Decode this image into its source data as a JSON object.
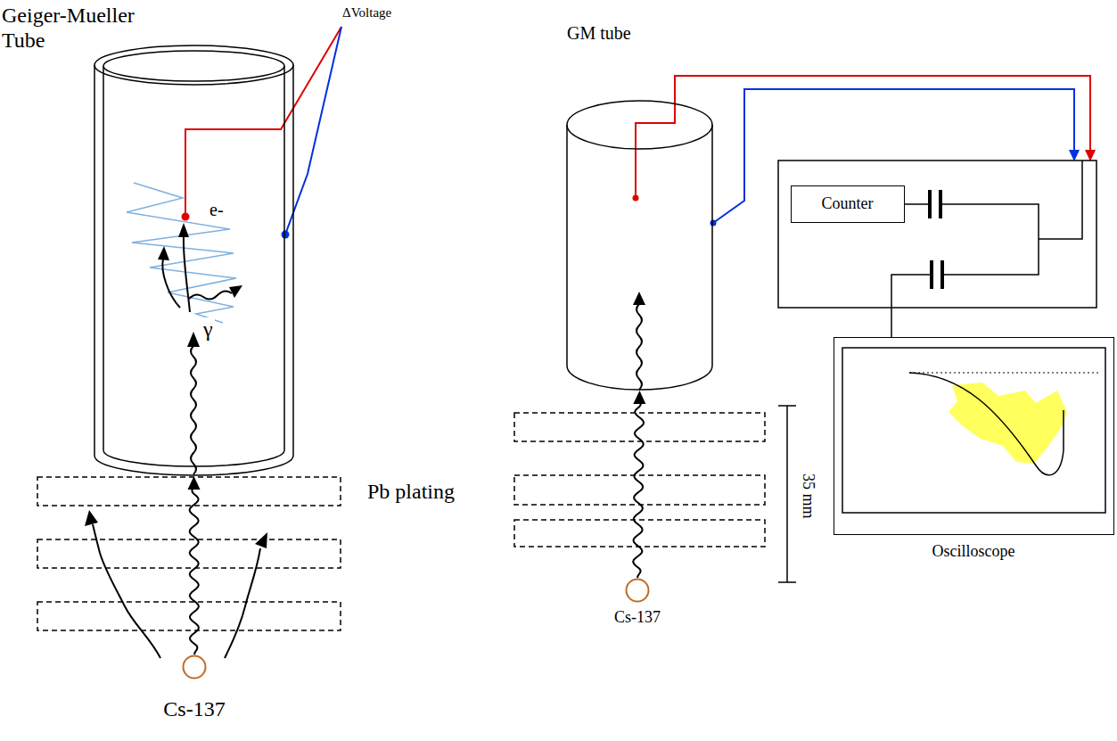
{
  "diagram": {
    "nodes": [
      {
        "text": [
          "Geiger-Mueller Tube"
        ]
      },
      {
        "text": [
          "Cs-137"
        ]
      },
      {
        "text": [
          "GM tube"
        ]
      },
      {
        "text": [
          "Counter"
        ]
      },
      {
        "text": [
          "Oscilloscope"
        ]
      },
      {
        "text": [
          "Cs-137"
        ]
      }
    ],
    "edges": [
      {
        "from": 1,
        "to": 0,
        "arrow": "to"
      },
      {
        "from": 5,
        "to": 2,
        "arrow": "to"
      }
    ],
    "labels": [
      "ΔVoltage",
      "e-",
      "γ",
      "Pb plating",
      "35 mm"
    ]
  }
}
